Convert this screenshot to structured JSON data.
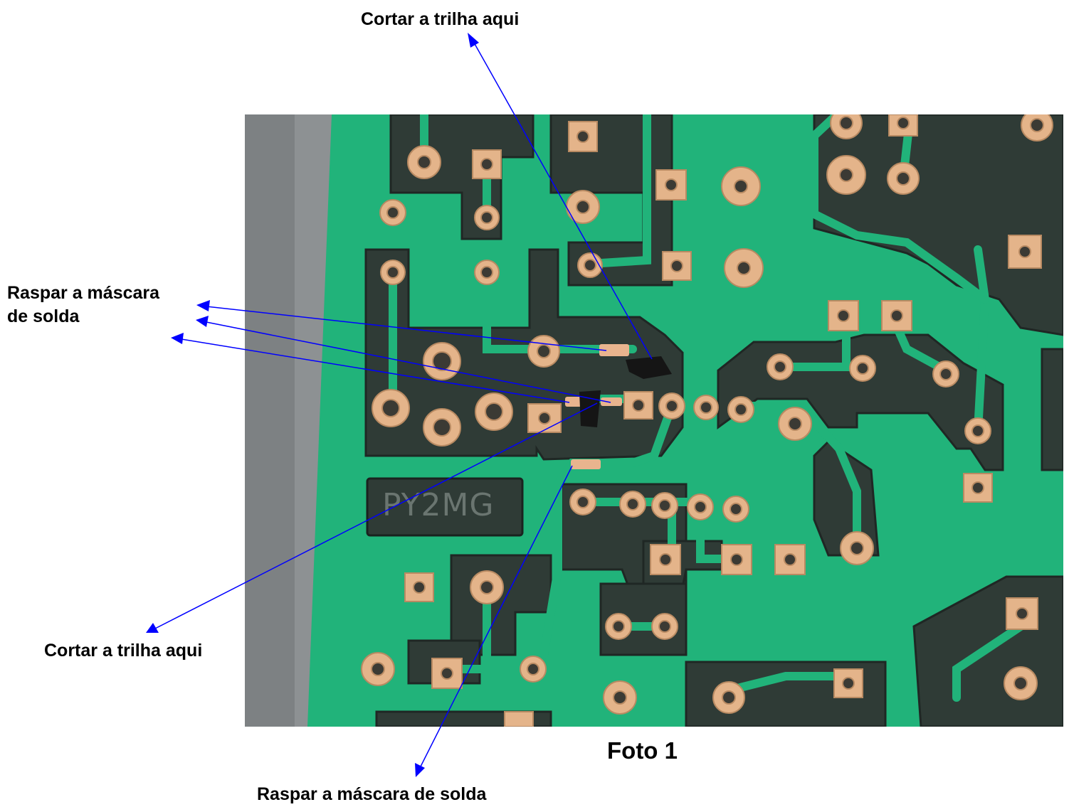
{
  "labels": {
    "cut_top": "Cortar a trilha aqui",
    "scrape_left_line1": "Raspar a máscara",
    "scrape_left_line2": "de solda",
    "cut_bottom": "Cortar a trilha aqui",
    "scrape_bottom": "Raspar a máscara de solda"
  },
  "photo": {
    "caption": "Foto 1",
    "board_text": "PY2MG"
  },
  "colors": {
    "arrow": "#0000ff",
    "board_green": "#21b37a",
    "ground_dark": "#2f3b36",
    "copper": "#e4b48a",
    "background_gray": "#8d9193"
  }
}
